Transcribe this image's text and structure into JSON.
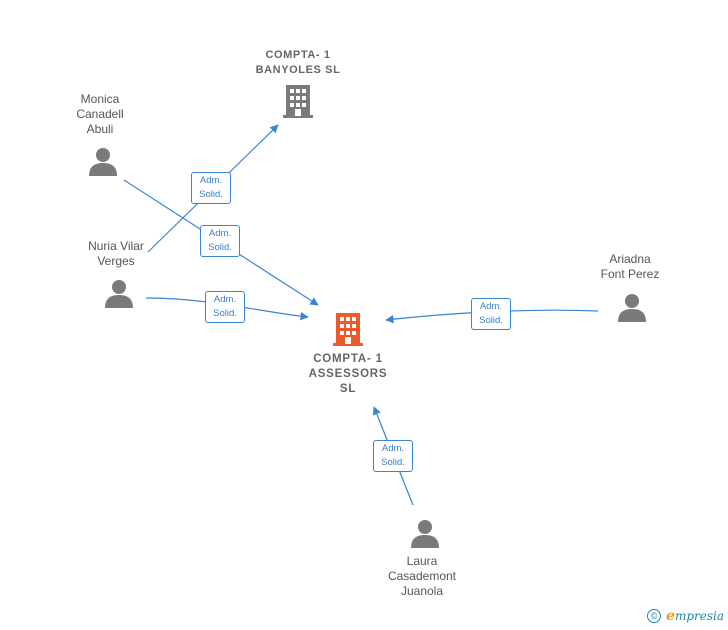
{
  "nodes": {
    "compta_banyoles": {
      "label": "COMPTA- 1\nBANYOLES SL",
      "icon": "building-icon",
      "color": "#7a7a7a"
    },
    "compta_assessors": {
      "label": "COMPTA- 1\nASSESSORS\nSL",
      "icon": "building-icon",
      "color": "#f05a2a"
    },
    "monica": {
      "label": "Monica\nCanadell\nAbuli",
      "icon": "person-icon",
      "color": "#7a7a7a"
    },
    "nuria": {
      "label": "Nuria Vilar\nVerges",
      "icon": "person-icon",
      "color": "#7a7a7a"
    },
    "ariadna": {
      "label": "Ariadna\nFont Perez",
      "icon": "person-icon",
      "color": "#7a7a7a"
    },
    "laura": {
      "label": "Laura\nCasademont\nJuanola",
      "icon": "person-icon",
      "color": "#7a7a7a"
    }
  },
  "edges": [
    {
      "from": "nuria",
      "to": "compta_banyoles",
      "label": "Adm.\nSolid."
    },
    {
      "from": "monica",
      "to": "compta_assessors",
      "label": "Adm.\nSolid."
    },
    {
      "from": "nuria",
      "to": "compta_assessors",
      "label": "Adm.\nSolid."
    },
    {
      "from": "ariadna",
      "to": "compta_assessors",
      "label": "Adm.\nSolid."
    },
    {
      "from": "laura",
      "to": "compta_assessors",
      "label": "Adm.\nSolid."
    }
  ],
  "edge_color": "#3a84d4",
  "watermark": {
    "symbol": "©",
    "brand_initial": "e",
    "brand_rest": "mpresia"
  }
}
